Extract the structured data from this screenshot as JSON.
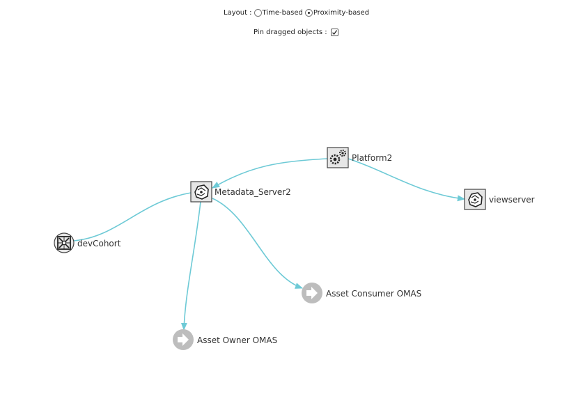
{
  "controls": {
    "layout_label": "Layout :",
    "layout_options": [
      {
        "label": "Time-based",
        "selected": false
      },
      {
        "label": "Proximity-based",
        "selected": true
      }
    ],
    "pin_label": "Pin dragged objects :",
    "pin_checked": true
  },
  "graph": {
    "edge_color": "#6ecad6",
    "nodes": [
      {
        "id": "platform2",
        "label": "Platform2",
        "icon": "platform-gears-icon"
      },
      {
        "id": "metadata_server2",
        "label": "Metadata_Server2",
        "icon": "server-icon"
      },
      {
        "id": "viewserver",
        "label": "viewserver",
        "icon": "server-icon"
      },
      {
        "id": "devcohort",
        "label": "devCohort",
        "icon": "cohort-icon"
      },
      {
        "id": "asset_consumer_omas",
        "label": "Asset Consumer OMAS",
        "icon": "service-arrow-icon"
      },
      {
        "id": "asset_owner_omas",
        "label": "Asset Owner OMAS",
        "icon": "service-arrow-icon"
      }
    ],
    "edges": [
      {
        "from": "platform2",
        "to": "metadata_server2"
      },
      {
        "from": "platform2",
        "to": "viewserver"
      },
      {
        "from": "metadata_server2",
        "to": "devcohort"
      },
      {
        "from": "metadata_server2",
        "to": "asset_consumer_omas"
      },
      {
        "from": "metadata_server2",
        "to": "asset_owner_omas"
      }
    ]
  }
}
